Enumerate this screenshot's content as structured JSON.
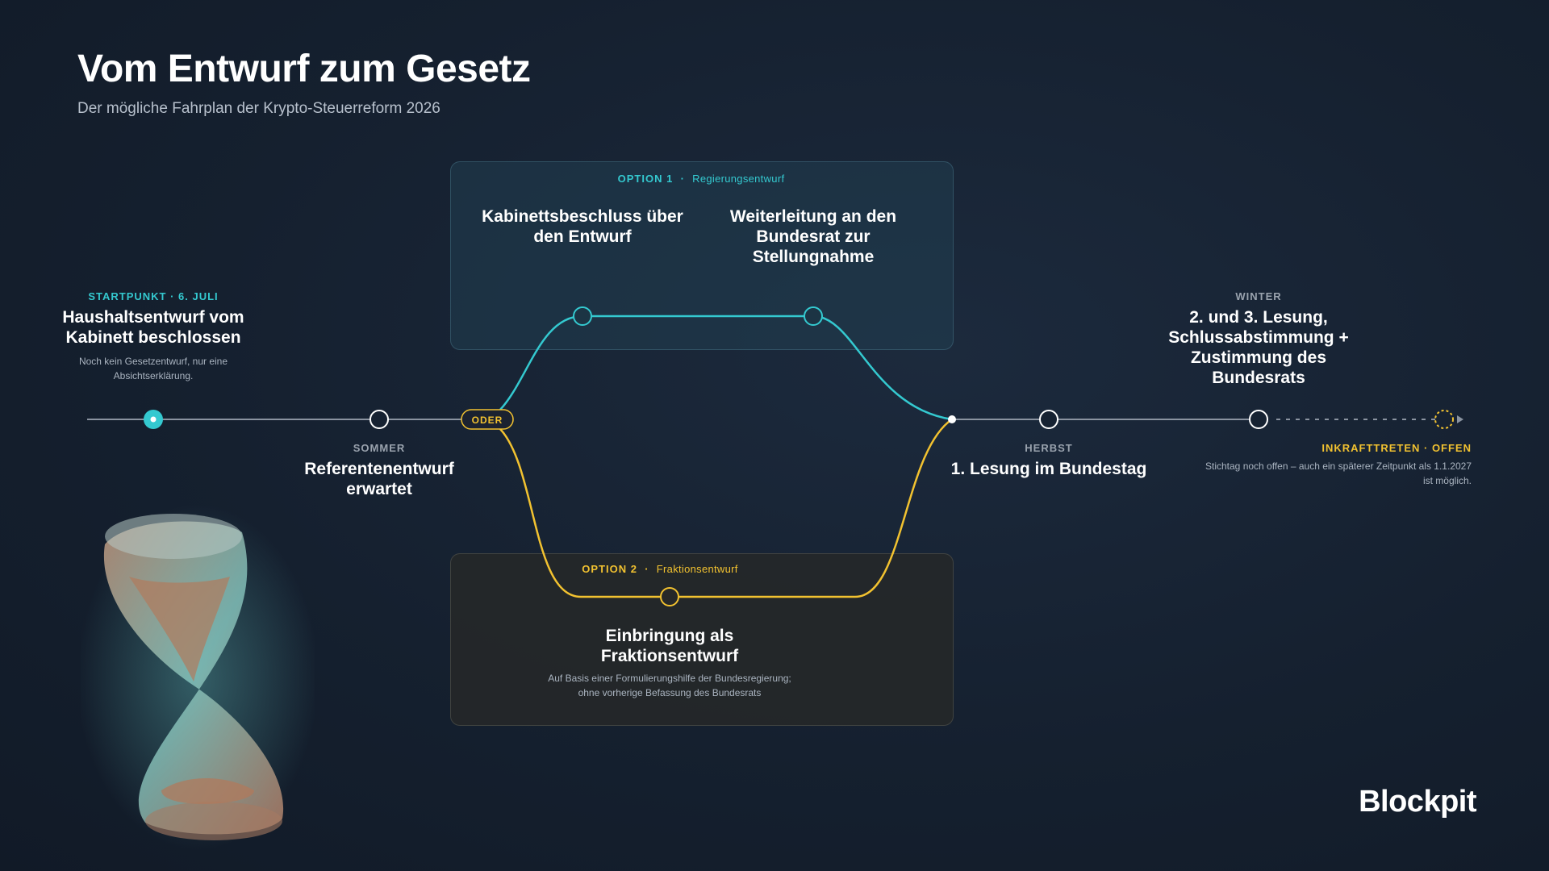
{
  "header": {
    "title": "Vom Entwurf zum Gesetz",
    "subtitle": "Der mögliche Fahrplan der Krypto-Steuerreform 2026"
  },
  "option1": {
    "label": "OPTION 1",
    "separator": "·",
    "name": "Regierungsentwurf",
    "steps": [
      "Kabinettsbeschluss über den Entwurf",
      "Weiterleitung an den Bundesrat zur Stellungnahme"
    ]
  },
  "option2": {
    "label": "OPTION 2",
    "separator": "·",
    "name": "Fraktionsentwurf",
    "step": "Einbringung als Fraktionsentwurf",
    "note": "Auf Basis einer Formulierungshilfe der Bundesregierung; ohne vorherige Befassung des Bundesrats"
  },
  "milestones": {
    "start": {
      "eyebrow": "STARTPUNKT · 6. JULI",
      "title": "Haushaltsentwurf vom Kabinett beschlossen",
      "note": "Noch kein Gesetzentwurf, nur eine Absichtserklärung."
    },
    "summer": {
      "eyebrow": "SOMMER",
      "title": "Referentenentwurf erwartet"
    },
    "or_badge": "ODER",
    "autumn": {
      "eyebrow": "HERBST",
      "title": "1. Lesung im Bundestag"
    },
    "winter": {
      "eyebrow": "WINTER",
      "title": "2. und 3. Lesung, Schlussabstimmung + Zustimmung des Bundesrats"
    },
    "effective": {
      "eyebrow": "INKRAFTTRETEN · OFFEN",
      "note": "Stichtag noch offen – auch ein späterer Zeitpunkt als 1.1.2027 ist möglich."
    }
  },
  "brand": {
    "logo": "Blockpit"
  },
  "colors": {
    "option1": "#34c9d0",
    "option2": "#f2c230",
    "line": "#8a93a0",
    "start_node": "#34c9d0"
  }
}
